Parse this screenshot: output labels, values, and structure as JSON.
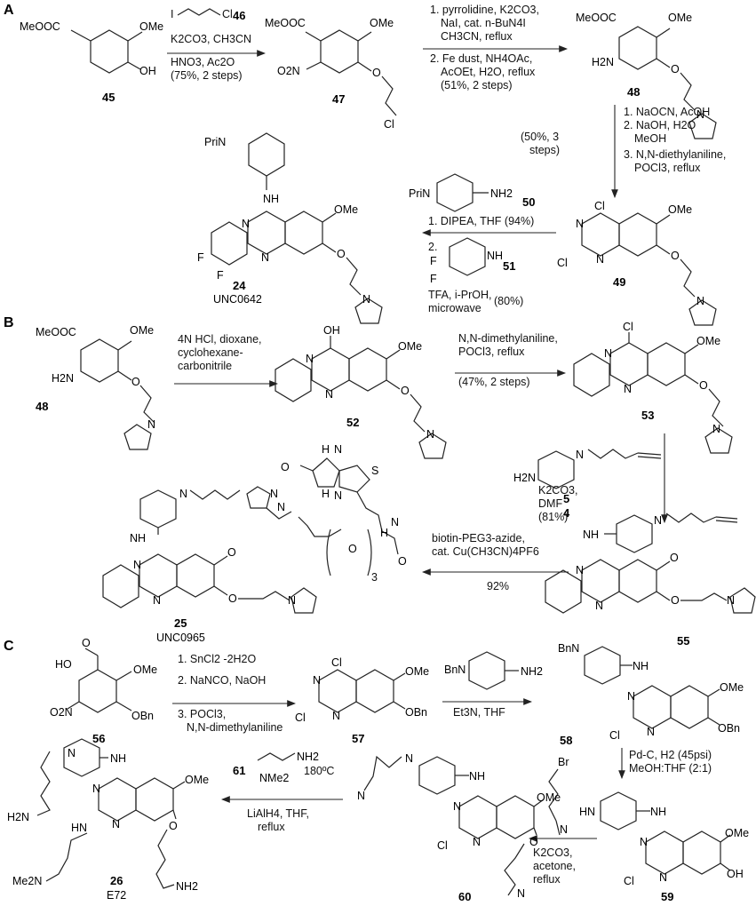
{
  "panels": [
    "A",
    "B",
    "C"
  ],
  "compounds": {
    "c45": "45",
    "c46": "46",
    "c47": "47",
    "c48": "48",
    "c49": "49",
    "c50": "50",
    "c51": "51",
    "c24": "24",
    "c24name": "UNC0642",
    "c48b": "48",
    "c52": "52",
    "c53": "53",
    "c5": "5",
    "c4": "4",
    "c55": "55",
    "c25": "25",
    "c25name": "UNC0965",
    "c56": "56",
    "c57": "57",
    "c58": "58",
    "c59": "59",
    "c60": "60",
    "c61": "61",
    "c26": "26",
    "c26name": "E72"
  },
  "atoms": {
    "meooc": "MeOOC",
    "ome": "OMe",
    "oh": "OH",
    "h2n": "H2N",
    "no2": "O2N",
    "cl": "Cl",
    "n": "N",
    "nh": "NH",
    "o": "O",
    "f": "F",
    "pri_n": "PriN",
    "nh2": "NH2",
    "bn": "Bn",
    "obn": "OBn",
    "bnn": "BnN",
    "hn": "HN",
    "s": "S",
    "h": "H",
    "nme2": "NMe2",
    "me2n": "Me2N",
    "br": "Br",
    "hooc": "HO",
    "n3": "N",
    "nn": "N=N",
    "nc": "N"
  },
  "reagents": {
    "a1_top": "I",
    "a1_top2": "Cl",
    "a1_b": "K2CO3, CH3CN",
    "a1_c": "HNO3, Ac2O",
    "a1_d": "(75%, 2 steps)",
    "a2_1": "1. pyrrolidine, K2CO3,",
    "a2_2": "NaI, cat. n-BuN4I",
    "a2_3": "CH3CN, reflux",
    "a2_4": "2. Fe dust, NH4OAc,",
    "a2_5": "AcOEt, H2O, reflux",
    "a2_6": "(51%, 2 steps)",
    "a3_1": "1. NaOCN, AcOH",
    "a3_2": "2. NaOH, H2O",
    "a3_3": "MeOH",
    "a3_4": "3. N,N-diethylaniline,",
    "a3_5": "POCl3, reflux",
    "a3_y1": "(50%, 3",
    "a3_y2": "steps)",
    "a4_1": "1. DIPEA, THF (94%)",
    "a4_2": "2.",
    "a4_3": "TFA, i-PrOH,",
    "a4_4": "microwave",
    "a4_5": "(80%)",
    "b1_1": "4N HCl, dioxane,",
    "b1_2": "cyclohexane-",
    "b1_3": "carbonitrile",
    "b2_1": "N,N-dimethylaniline,",
    "b2_2": "POCl3, reflux",
    "b2_3": "(47%, 2 steps)",
    "b3_1": "K2CO3,",
    "b3_2": "DMF",
    "b3_3": "(81%)",
    "b4_1": "biotin-PEG3-azide,",
    "b4_2": "cat. Cu(CH3CN)4PF6",
    "b4_3": "92%",
    "b4_sub": "3",
    "c1_1": "1. SnCl2 -2H2O",
    "c1_2": "2. NaNCO, NaOH",
    "c1_3": "3. POCl3,",
    "c1_4": "N,N-dimethylaniline",
    "c2_1": "Et3N, THF",
    "c3_1": "Pd-C, H2 (45psi)",
    "c3_2": "MeOH:THF (2:1)",
    "c4_1": "K2CO3,",
    "c4_2": "acetone,",
    "c4_3": "reflux",
    "c5_1": "180ºC",
    "c5_2": "LiAlH4, THF,",
    "c5_3": "reflux"
  }
}
